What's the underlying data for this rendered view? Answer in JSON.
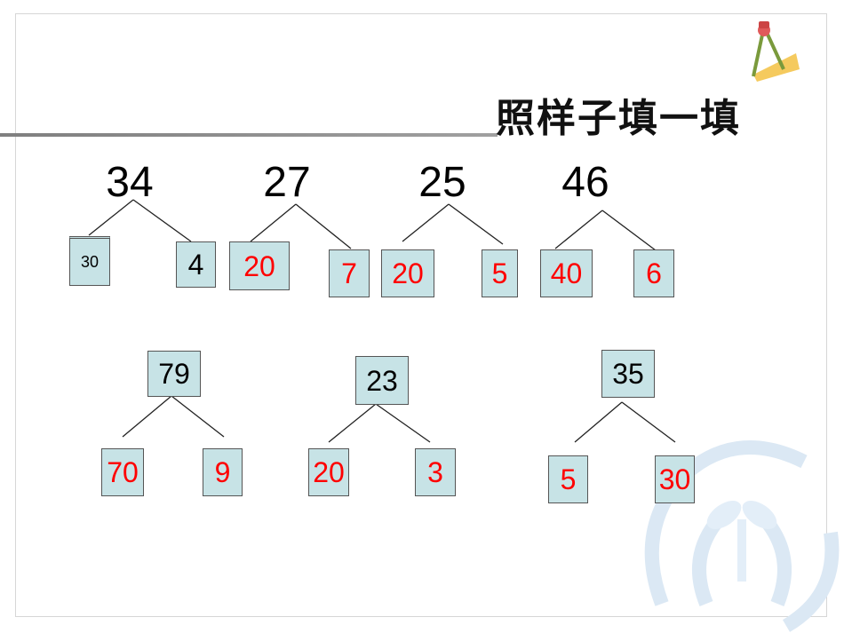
{
  "title": "照样子填一填",
  "top_row": [
    {
      "number": "34",
      "left": "30",
      "right": "4"
    },
    {
      "number": "27",
      "left": "20",
      "right": "7"
    },
    {
      "number": "25",
      "left": "20",
      "right": "5"
    },
    {
      "number": "46",
      "left": "40",
      "right": "6"
    }
  ],
  "bottom_row": [
    {
      "number": "79",
      "left": "70",
      "right": "9"
    },
    {
      "number": "23",
      "left": "20",
      "right": "3"
    },
    {
      "number": "35",
      "left": "5",
      "right": "30"
    }
  ],
  "colors": {
    "answer": "#ff0000",
    "box_fill": "#c7e3e6"
  },
  "icons": [
    "compass-ruler-icon",
    "watermark-logo-icon"
  ]
}
